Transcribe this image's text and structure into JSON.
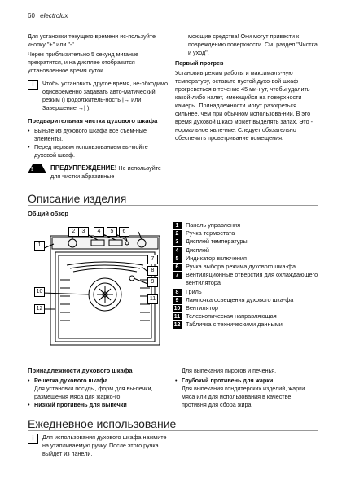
{
  "header": {
    "page_number": "60",
    "brand": "electrolux"
  },
  "left_top": {
    "p1": "Для установки текущего времени ис-пользуйте кнопку \"+\" или \"-\".",
    "p2": "Через приблизительно 5 секунд мигание прекратится, и на дисплее отобразится установленное время суток.",
    "note_text": "Чтобы установить другое время, не-обходимо одновременно задавать авто-матический режим (Продолжитель-ность |→ или Завершение →| ).",
    "pre_clean_title": "Предварительная чистка духового шкафа",
    "pre_clean_items": [
      "Выньте из духового шкафа все съем-ные элементы.",
      "Перед первым использованием вы-мойте духовой шкаф."
    ],
    "warning_title": "ПРЕДУПРЕЖДЕНИЕ!",
    "warning_text": "Не используйте для чистки абразивные"
  },
  "right_top": {
    "cont": "моющие средства! Они могут привести к повреждению поверхности. См. раздел \"Чистка и уход\".",
    "first_heat_title": "Первый прогрев",
    "first_heat_text": "Установив режим работы и максималь-ную температуру, оставьте пустой духо-вой шкаф прогреваться в течение 45 ми-нут, чтобы удалить какой-либо налет, имеющийся на поверхности камеры. Принадлежности могут разогреться сильнее, чем при обычном использова-нии. В это время духовой шкаф может выделять запах. Это - нормальное явле-ние. Следует обязательно обеспечить проветривание помещения."
  },
  "section1": {
    "title": "Описание изделия",
    "subtitle": "Общий обзор"
  },
  "callouts": [
    "1",
    "2",
    "3",
    "4",
    "5",
    "6",
    "7",
    "8",
    "9",
    "10",
    "11",
    "12"
  ],
  "legend": [
    {
      "n": "1",
      "text": "Панель управления"
    },
    {
      "n": "2",
      "text": "Ручка термостата"
    },
    {
      "n": "3",
      "text": "Дисплей температуры"
    },
    {
      "n": "4",
      "text": "Дисплей"
    },
    {
      "n": "5",
      "text": "Индикатор включения"
    },
    {
      "n": "6",
      "text": "Ручка выбора режима духового шка-фа"
    },
    {
      "n": "7",
      "text": "Вентиляционные отверстия для охлаждающего вентилятора"
    },
    {
      "n": "8",
      "text": "Гриль"
    },
    {
      "n": "9",
      "text": "Лампочка освещения духового шка-фа"
    },
    {
      "n": "10",
      "text": "Вентилятор"
    },
    {
      "n": "11",
      "text": "Телескопическая направляющая"
    },
    {
      "n": "12",
      "text": "Табличка с техническими данными"
    }
  ],
  "accessories": {
    "title": "Принадлежности духового шкафа",
    "item1_title": "Решетка духового шкафа",
    "item1_text": "Для установки посуды, форм для вы-печки, размещения мяса для жарко-го.",
    "item2_title": "Низкий противень для выпечки",
    "right_cont": "Для выпекания пирогов и печенья.",
    "item3_title": "Глубокий противень для жарки",
    "item3_text": "Для выпекания кондитерских изделий, жарки мяса или для использования в качестве противня для сбора жира."
  },
  "section2": {
    "title": "Ежедневное использование",
    "note_text": "Для использования духового шкафа нажмите на утапливаемую ручку. После этого ручка выйдет из панели."
  }
}
